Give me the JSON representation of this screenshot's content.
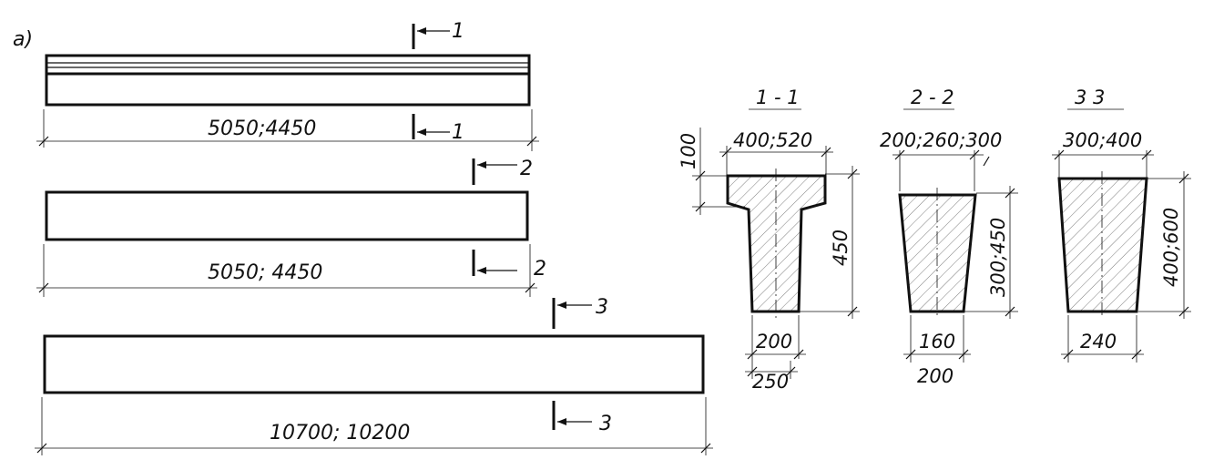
{
  "figure_label": "a)",
  "beams": [
    {
      "length_label": "5050;4450",
      "section_mark": "1"
    },
    {
      "length_label": "5050; 4450",
      "section_mark": "2"
    },
    {
      "length_label": "10700; 10200",
      "section_mark": "3"
    }
  ],
  "sections": [
    {
      "title": "1 - 1",
      "top_width": "400;520",
      "flange_height": "100",
      "total_height": "450",
      "bottom_width": "200",
      "base_width": "250"
    },
    {
      "title": "2 - 2",
      "top_width": "200;260;300",
      "total_height": "300;450",
      "bottom_width": "160",
      "base_width": "200"
    },
    {
      "title": "3   3",
      "top_width": "300;400",
      "total_height": "400;600",
      "bottom_width": "240"
    }
  ]
}
